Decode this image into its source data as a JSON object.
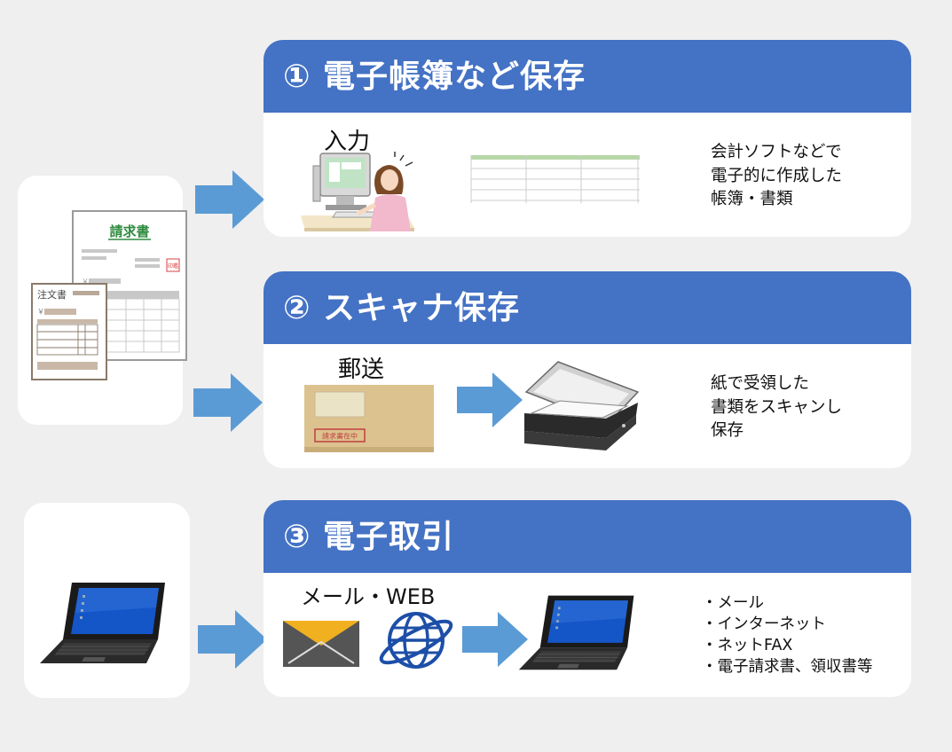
{
  "documents": {
    "invoice_title": "請求書",
    "order_title": "注文書",
    "yen": "￥",
    "stamp": "印鑑"
  },
  "sections": [
    {
      "title": "① 電子帳簿など保存",
      "label": "入力",
      "desc": [
        "会計ソフトなどで",
        "電子的に作成した",
        "帳簿・書類"
      ]
    },
    {
      "title": "② スキャナ保存",
      "label": "郵送",
      "envelope_stamp": "請求書在中",
      "desc": [
        "紙で受領した",
        "書類をスキャンし",
        "保存"
      ]
    },
    {
      "title": "③ 電子取引",
      "label": "メール・WEB",
      "desc": [
        "・メール",
        "・インターネット",
        "・ネットFAX",
        "・電子請求書、領収書等"
      ]
    }
  ],
  "icons": [
    "woman-at-computer-icon",
    "spreadsheet-icon",
    "envelope-icon",
    "flatbed-scanner-icon",
    "mail-icon",
    "globe-icon",
    "laptop-icon",
    "arrow-icon"
  ],
  "colors": {
    "header": "#4472c4",
    "arrow": "#5b9bd5",
    "background": "#efefef"
  }
}
